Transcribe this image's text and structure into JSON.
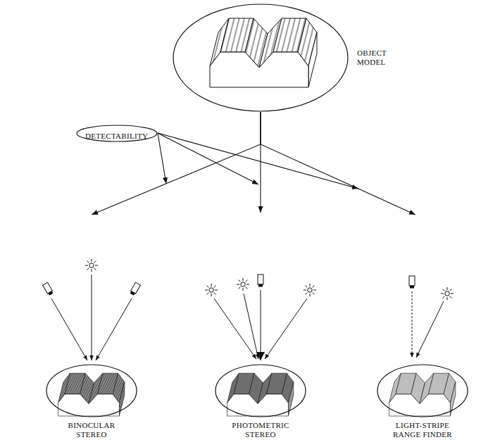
{
  "diagram": {
    "nodes": [
      {
        "text": [
          "OBJECT MODEL"
        ]
      },
      {
        "text": [
          "DETECTABILITY"
        ]
      },
      {
        "text": [
          "BINOCULAR STEREO"
        ]
      },
      {
        "text": [
          "PHOTOMETRIC STEREO"
        ]
      },
      {
        "text": [
          "LIGHT-STRIPE RANGE FINDER"
        ]
      }
    ],
    "edges": [
      {
        "from": 0,
        "to": 2,
        "arrow": "to"
      },
      {
        "from": 0,
        "to": 3,
        "arrow": "to"
      },
      {
        "from": 0,
        "to": 4,
        "arrow": "to"
      },
      {
        "from": 1,
        "to": 2,
        "arrow": "to"
      },
      {
        "from": 1,
        "to": 3,
        "arrow": "to"
      },
      {
        "from": 1,
        "to": 4,
        "arrow": "to"
      }
    ]
  }
}
